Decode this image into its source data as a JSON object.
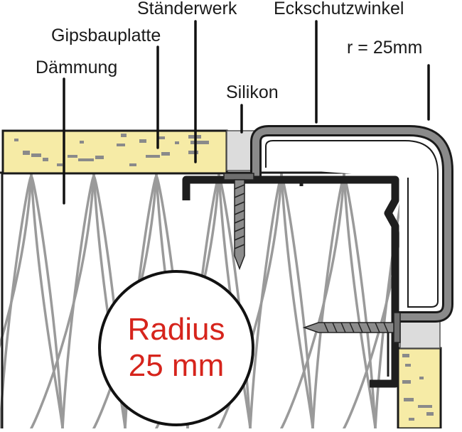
{
  "labels": {
    "staenderwerk": "Ständerwerk",
    "eckschutzwinkel": "Eckschutzwinkel",
    "gipsbauplatte": "Gipsbauplatte",
    "radius_r": "r =  25mm",
    "daemmung": "Dämmung",
    "silikon": "Silikon"
  },
  "badge": {
    "line1": "Radius",
    "line2": "25 mm"
  },
  "colors": {
    "board_fill": "#f6eba6",
    "board_speckle": "#8a8a8a",
    "silicone": "#dcdcdc",
    "corner_guard": "#7a7a7a",
    "stud": "#1e1e1e",
    "screw": "#6e6e6e",
    "badge_text": "#d6241c",
    "insulation_line": "#9a9a9a"
  }
}
